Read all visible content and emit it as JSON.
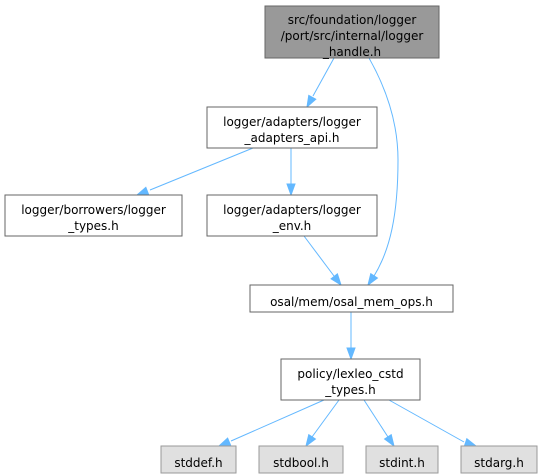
{
  "nodes": {
    "handle": {
      "lines": [
        "src/foundation/logger",
        "/port/src/internal/logger",
        "_handle.h"
      ]
    },
    "adapters_api": {
      "lines": [
        "logger/adapters/logger",
        "_adapters_api.h"
      ]
    },
    "borrowers_types": {
      "lines": [
        "logger/borrowers/logger",
        "_types.h"
      ]
    },
    "adapters_env": {
      "lines": [
        "logger/adapters/logger",
        "_env.h"
      ]
    },
    "mem_ops": {
      "lines": [
        "osal/mem/osal_mem_ops.h"
      ]
    },
    "cstd_types": {
      "lines": [
        "policy/lexleo_cstd",
        "_types.h"
      ]
    },
    "stddef": {
      "lines": [
        "stddef.h"
      ]
    },
    "stdbool": {
      "lines": [
        "stdbool.h"
      ]
    },
    "stdint": {
      "lines": [
        "stdint.h"
      ]
    },
    "stdarg": {
      "lines": [
        "stdarg.h"
      ]
    }
  },
  "edges": [
    {
      "from": "handle",
      "to": "adapters_api"
    },
    {
      "from": "handle",
      "to": "mem_ops"
    },
    {
      "from": "adapters_api",
      "to": "borrowers_types"
    },
    {
      "from": "adapters_api",
      "to": "adapters_env"
    },
    {
      "from": "adapters_env",
      "to": "mem_ops"
    },
    {
      "from": "mem_ops",
      "to": "cstd_types"
    },
    {
      "from": "cstd_types",
      "to": "stddef"
    },
    {
      "from": "cstd_types",
      "to": "stdbool"
    },
    {
      "from": "cstd_types",
      "to": "stdint"
    },
    {
      "from": "cstd_types",
      "to": "stdarg"
    }
  ],
  "colors": {
    "edge": "#63b8ff",
    "root_fill": "#999999",
    "system_fill": "#e0e0e0",
    "border": "#666666"
  }
}
